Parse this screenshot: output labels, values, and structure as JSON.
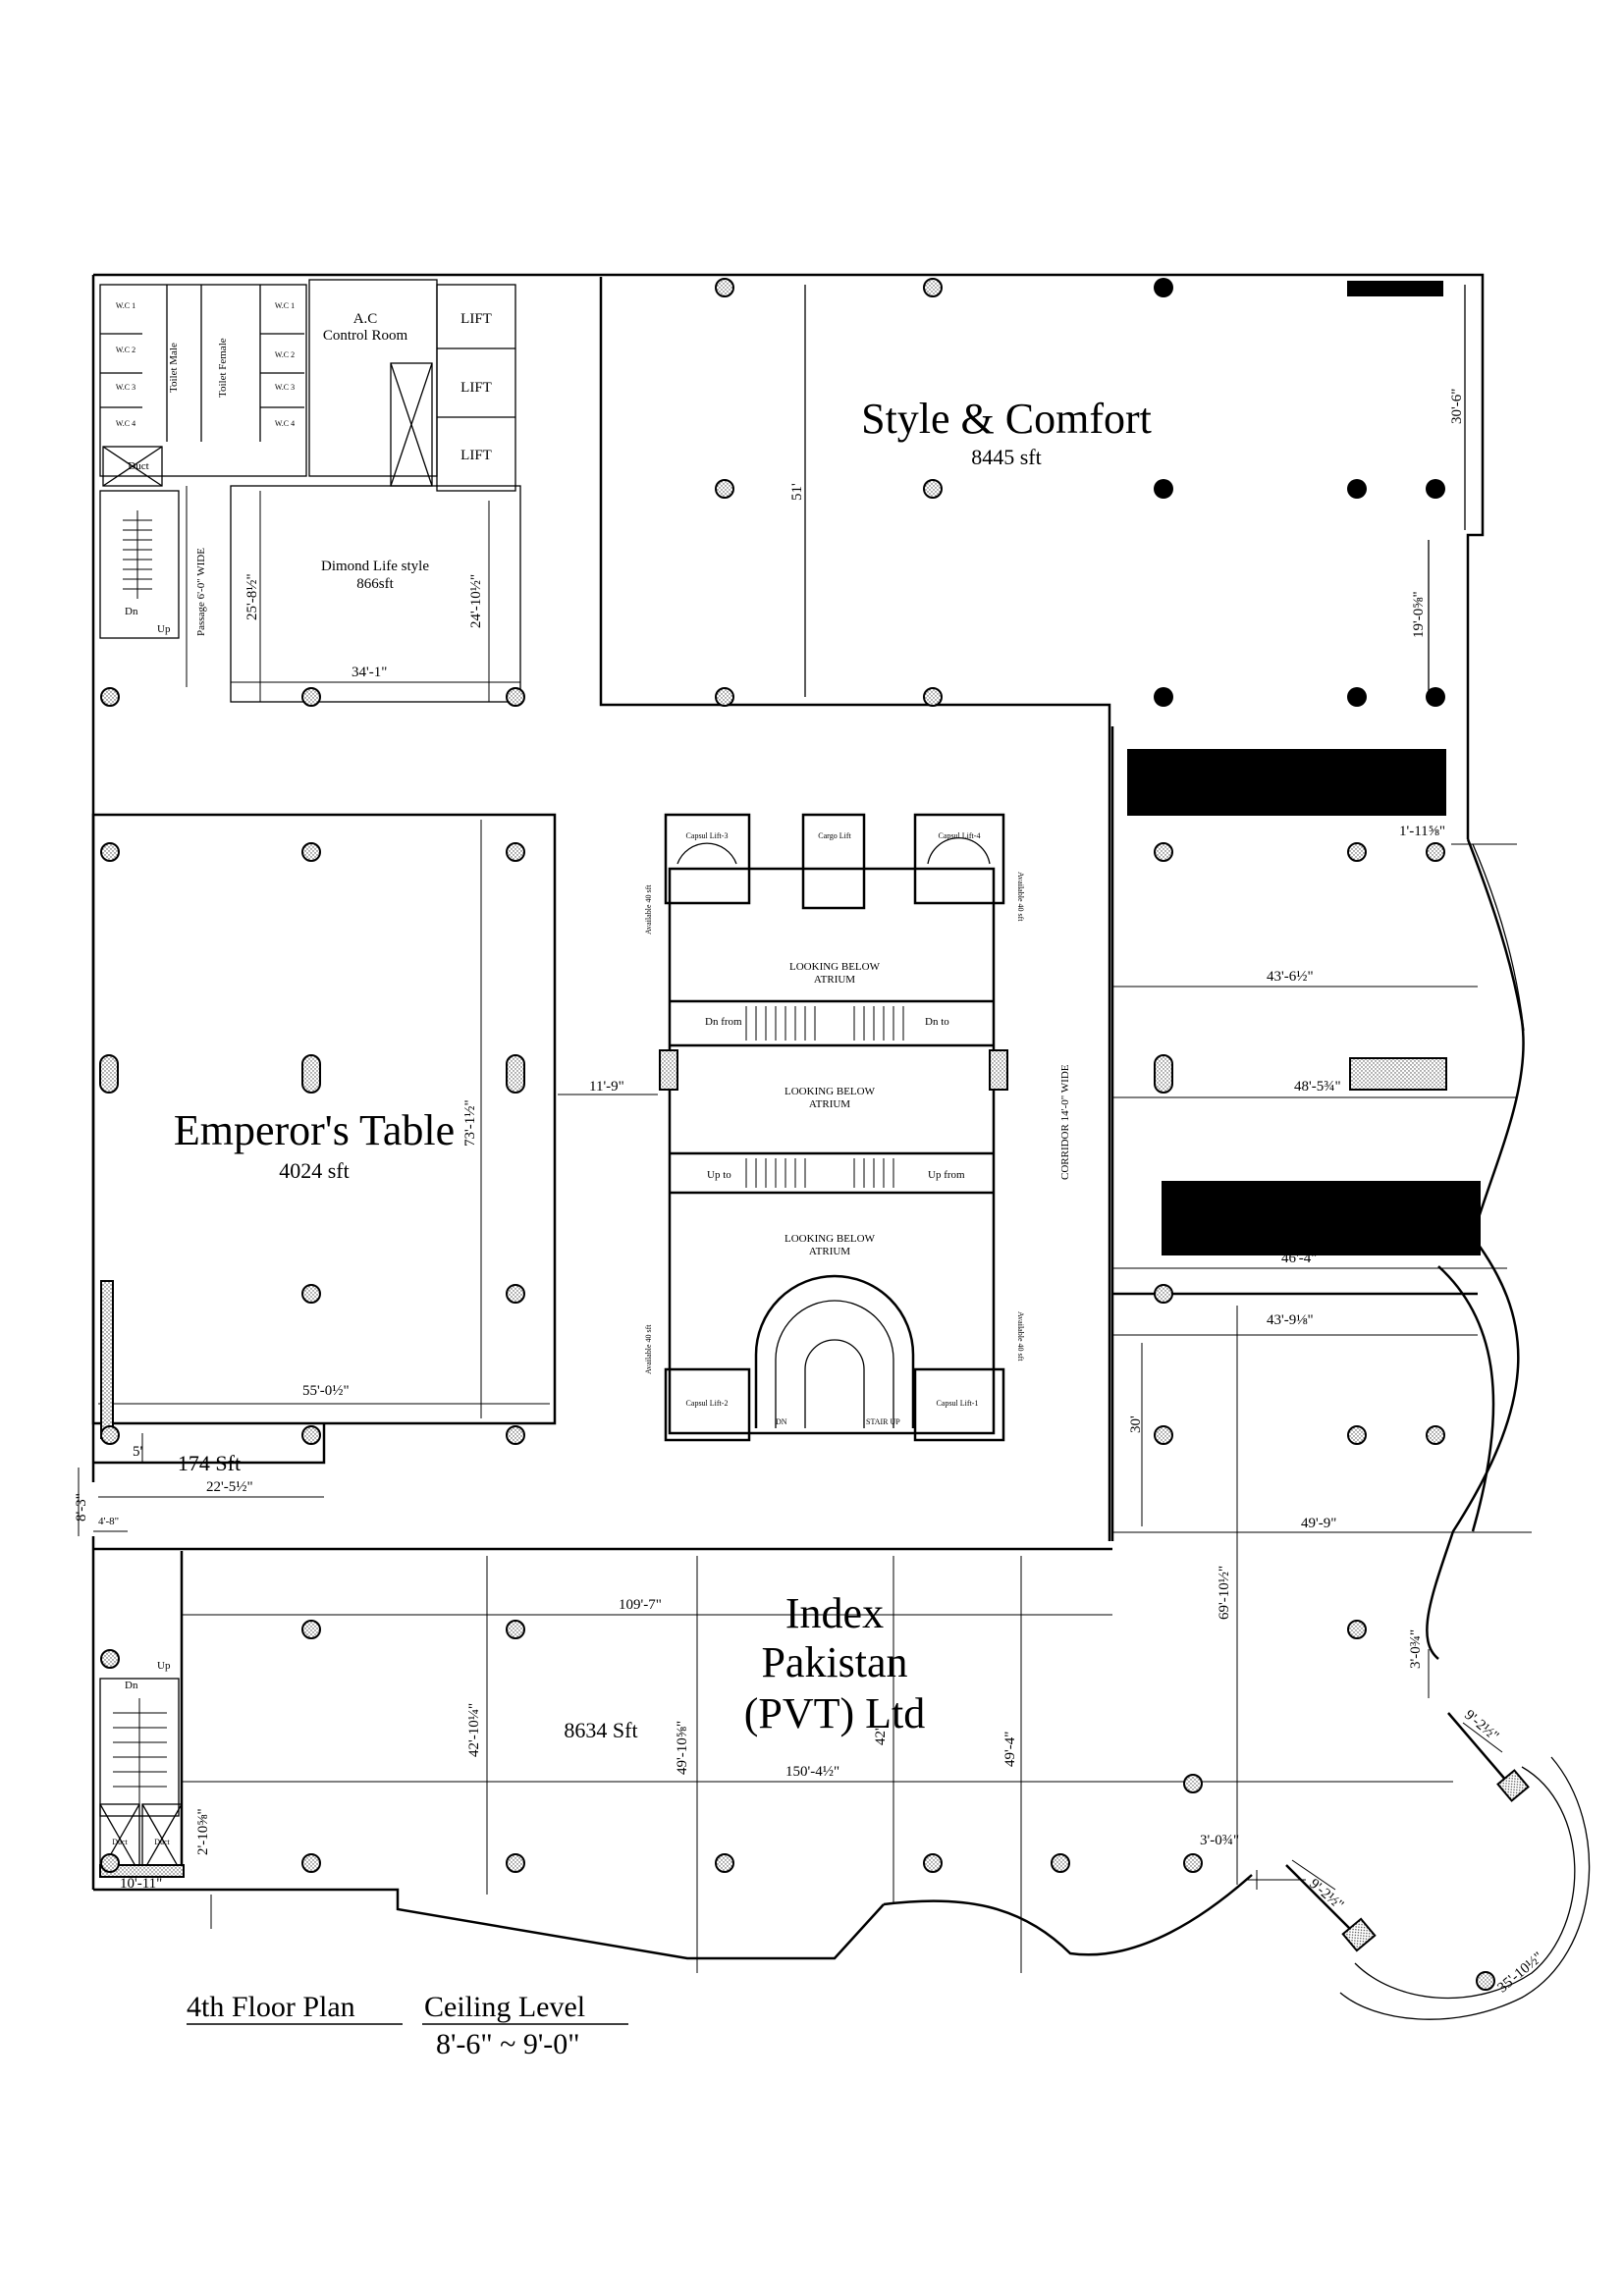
{
  "rooms": {
    "style_comfort": {
      "name": "Style & Comfort",
      "area": "8445 sft"
    },
    "emperors_table": {
      "name": "Emperor's Table",
      "area": "4024 sft"
    },
    "dimond_life": {
      "name": "Dimond Life style",
      "area": "866sft"
    },
    "index_pakistan": {
      "line1": "Index",
      "line2": "Pakistan",
      "line3": "(PVT) Ltd",
      "area": "8634 Sft"
    },
    "small_unit": {
      "area": "174 Sft"
    },
    "ac_room": {
      "line1": "A.C",
      "line2": "Control Room"
    }
  },
  "services": {
    "lift": "LIFT",
    "duct": "Duct",
    "wc1": "W.C 1",
    "wc2": "W.C 2",
    "wc3": "W.C 3",
    "wc4": "W.C 4",
    "toilet_male": "Toilet Male",
    "toilet_female": "Toilet Female",
    "passage": "Passage 6'-0\" WIDE",
    "dn": "Dn",
    "up": "Up"
  },
  "atrium": {
    "looking_below_line1": "LOOKING BELOW",
    "looking_below_line2": "ATRIUM",
    "capsul_lift_1": "Capsul Lift-1",
    "capsul_lift_2": "Capsul Lift-2",
    "capsul_lift_3": "Capsul Lift-3",
    "capsul_lift_4": "Capsul Lift-4",
    "cargo_lift": "Cargo Lift",
    "available": "Available 40 sft",
    "dn_from": "Dn from",
    "dn_to": "Dn to",
    "up_to": "Up to",
    "up_from": "Up from",
    "dn": "DN",
    "stair_up": "STAIR UP",
    "corridor": "CORRIDOR 14'-0\" WIDE"
  },
  "dimensions": {
    "d_30_6": "30'-6\"",
    "d_51": "51'",
    "d_19_0": "19'-0⅝\"",
    "d_1_11": "1'-11⅝\"",
    "d_43_6": "43'-6½\"",
    "d_48_5": "48'-5¾\"",
    "d_46_4": "46'-4\"",
    "d_43_9": "43'-9⅛\"",
    "d_30": "30'",
    "d_49_9": "49'-9\"",
    "d_25_8": "25'-8½\"",
    "d_24_10": "24'-10½\"",
    "d_34_1": "34'-1\"",
    "d_73_1": "73'-1½\"",
    "d_11_9": "11'-9\"",
    "d_55_0": "55'-0½\"",
    "d_5": "5'",
    "d_22_5": "22'-5½\"",
    "d_8_3": "8'-3\"",
    "d_4_8": "4'-8\"",
    "d_109_7": "109'-7\"",
    "d_69_10": "69'-10½\"",
    "d_3_0a": "3'-0¾\"",
    "d_42_10": "42'-10¼\"",
    "d_49_10": "49'-10⅝\"",
    "d_42": "42'",
    "d_49_4": "49'-4\"",
    "d_150_4": "150'-4½\"",
    "d_9_2a": "9'-2½\"",
    "d_3_0b": "3'-0¾\"",
    "d_9_2b": "9'-2½\"",
    "d_35_10": "35'-10½\"",
    "d_2_10": "2'-10⅝\"",
    "d_10_11": "10'-11\""
  },
  "title": {
    "plan": "4th Floor Plan",
    "ceiling": "Ceiling Level",
    "ceiling_value": "8'-6\" ~ 9'-0\""
  }
}
